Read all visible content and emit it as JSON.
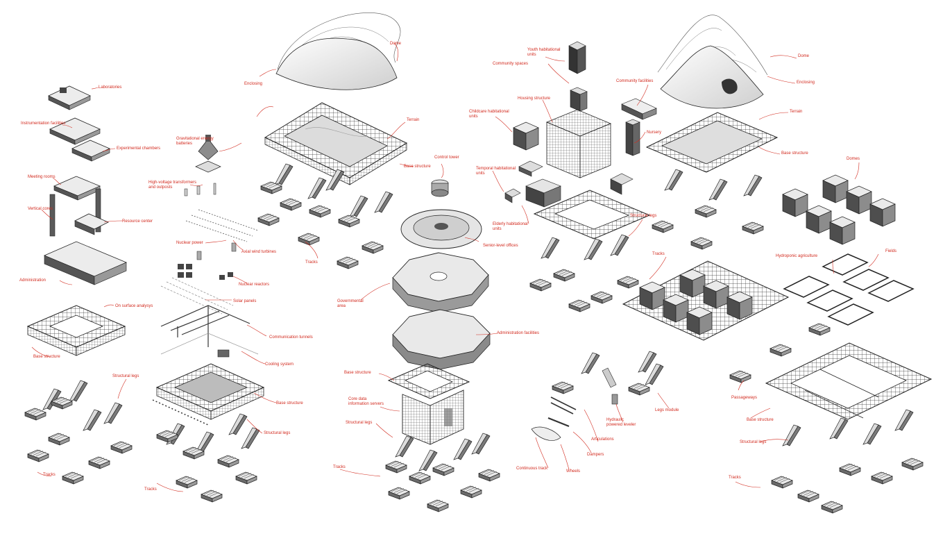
{
  "colors": {
    "label": "#d22a1e",
    "leader": "#d22a1e",
    "line": "#222222",
    "shadow": "#5a5a5a",
    "fill": "#f2f2f2"
  },
  "labels": {
    "laboratories": "Laboratories",
    "instrumentation": "Instrumentation facilities",
    "experimental": "Experimental chambers",
    "meeting": "Meeting rooms",
    "vertical_cores": "Vertical cores",
    "resource_center": "Resource center",
    "administration": "Administration",
    "on_surface": "On surface analysys",
    "base_structure_1": "Base structure",
    "structural_legs_1": "Structural legs",
    "tracks_1": "Tracks",
    "gravitational_l1": "Gravitational energy",
    "gravitational_l2": "batteries",
    "hv_l1": "High-voltage transformers",
    "hv_l2": "and outposts",
    "axial_wind": "Axial wind turbines",
    "nuclear_power": "Nuclear power",
    "nuclear_reactors": "Nuclear reactors",
    "solar_panels": "Solar panels",
    "comm_tunnels": "Communication tunnels",
    "cooling": "Cooling system",
    "base_structure_2": "Base structure",
    "structural_legs_2": "Structural legs",
    "tracks_2": "Tracks",
    "dome_1": "Dome",
    "enclosing_1": "Enclosing",
    "terrain_1": "Terrain",
    "base_structure_3": "Base structure",
    "tracks_3": "Tracks",
    "control_tower": "Control tower",
    "senior_offices": "Senior-level offices",
    "governmental_l1": "Governmental",
    "governmental_l2": "area",
    "admin_facilities": "Administration facilities",
    "base_structure_4": "Base structure",
    "core_data_l1": "Core data",
    "core_data_l2": "information servers",
    "structural_legs_4": "Structural legs",
    "tracks_4": "Tracks",
    "youth_l1": "Youth habitational",
    "youth_l2": "units",
    "community_spaces": "Community spaces",
    "housing_structure": "Housing structure",
    "childcare_l1": "Childcare habitational",
    "childcare_l2": "units",
    "temporal_l1": "Temporal habitational",
    "temporal_l2": "units",
    "elderly_l1": "Elderly habitational",
    "elderly_l2": "units",
    "community_facilities": "Community facilities",
    "nursery": "Nursery",
    "structural_legs_5": "Structural legs",
    "tracks_5": "Tracks",
    "dome_2": "Dome",
    "enclosing_2": "Enclosing",
    "terrain_2": "Terrain",
    "base_structure_5": "Base structure",
    "domes": "Domes",
    "hydroponic": "Hydroponic agriculture",
    "fields": "Fields",
    "passageways": "Passageways",
    "legs_module": "Legs module",
    "hydraulic_l1": "Hydraulic",
    "hydraulic_l2": "powered leveler",
    "articulations": "Articulations",
    "dampers": "Dampers",
    "wheels": "Wheels",
    "continuous_track": "Continuous track",
    "base_structure_6": "Base structure",
    "structural_legs_6": "Structural legs",
    "tracks_6": "Tracks"
  }
}
